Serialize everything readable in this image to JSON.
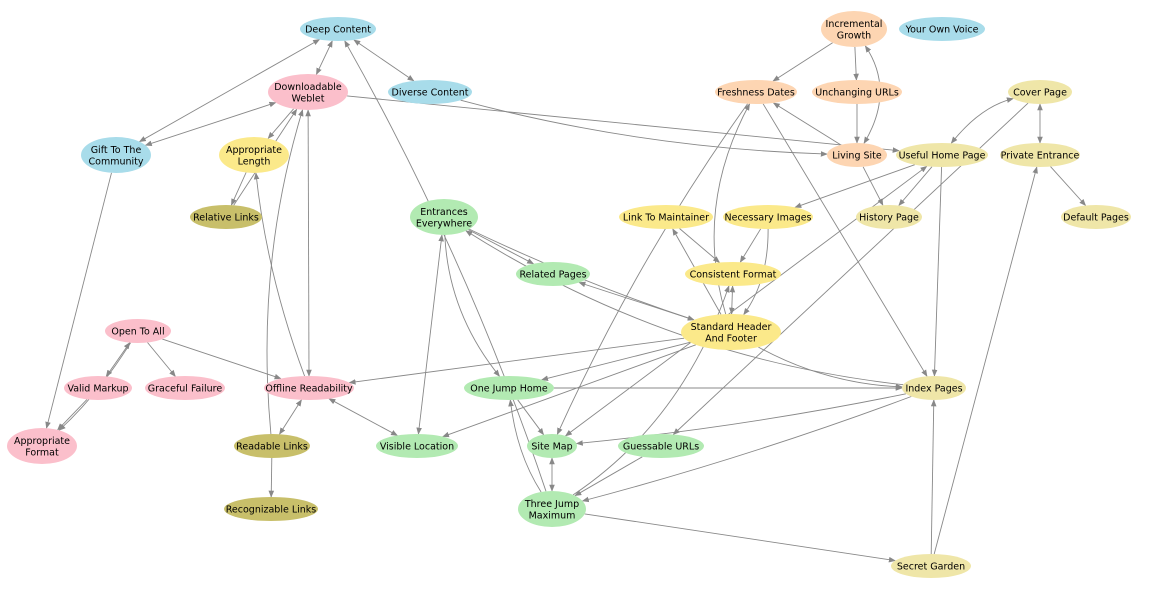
{
  "colors": {
    "blue": "#a8dcea",
    "pink": "#fbbfcb",
    "yellow": "#fbe98a",
    "khaki": "#efe6a8",
    "olive": "#c8bf6a",
    "green": "#b2eab2",
    "peach": "#fdd5b2",
    "edge": "#888888"
  },
  "nodes": [
    {
      "id": "deep-content",
      "lines": [
        "Deep Content"
      ],
      "color": "blue"
    },
    {
      "id": "downloadable-weblet",
      "lines": [
        "Downloadable",
        "Weblet"
      ],
      "color": "pink"
    },
    {
      "id": "diverse-content",
      "lines": [
        "Diverse Content"
      ],
      "color": "blue"
    },
    {
      "id": "gift-to-the-community",
      "lines": [
        "Gift To The",
        "Community"
      ],
      "color": "blue"
    },
    {
      "id": "appropriate-length",
      "lines": [
        "Appropriate",
        "Length"
      ],
      "color": "yellow"
    },
    {
      "id": "relative-links",
      "lines": [
        "Relative Links"
      ],
      "color": "olive"
    },
    {
      "id": "incremental-growth",
      "lines": [
        "Incremental",
        "Growth"
      ],
      "color": "peach"
    },
    {
      "id": "your-own-voice",
      "lines": [
        "Your Own Voice"
      ],
      "color": "blue"
    },
    {
      "id": "freshness-dates",
      "lines": [
        "Freshness Dates"
      ],
      "color": "peach"
    },
    {
      "id": "unchanging-urls",
      "lines": [
        "Unchanging URLs"
      ],
      "color": "peach"
    },
    {
      "id": "cover-page",
      "lines": [
        "Cover Page"
      ],
      "color": "khaki"
    },
    {
      "id": "living-site",
      "lines": [
        "Living Site"
      ],
      "color": "peach"
    },
    {
      "id": "useful-home-page",
      "lines": [
        "Useful Home Page"
      ],
      "color": "khaki"
    },
    {
      "id": "private-entrance",
      "lines": [
        "Private Entrance"
      ],
      "color": "khaki"
    },
    {
      "id": "entrances-everywhere",
      "lines": [
        "Entrances",
        "Everywhere"
      ],
      "color": "green"
    },
    {
      "id": "link-to-maintainer",
      "lines": [
        "Link To Maintainer"
      ],
      "color": "yellow"
    },
    {
      "id": "necessary-images",
      "lines": [
        "Necessary Images"
      ],
      "color": "yellow"
    },
    {
      "id": "history-page",
      "lines": [
        "History Page"
      ],
      "color": "khaki"
    },
    {
      "id": "default-pages",
      "lines": [
        "Default Pages"
      ],
      "color": "khaki"
    },
    {
      "id": "related-pages",
      "lines": [
        "Related Pages"
      ],
      "color": "green"
    },
    {
      "id": "consistent-format",
      "lines": [
        "Consistent Format"
      ],
      "color": "yellow"
    },
    {
      "id": "open-to-all",
      "lines": [
        "Open To All"
      ],
      "color": "pink"
    },
    {
      "id": "standard-header-and-footer",
      "lines": [
        "Standard Header",
        "And Footer"
      ],
      "color": "yellow"
    },
    {
      "id": "valid-markup",
      "lines": [
        "Valid Markup"
      ],
      "color": "pink"
    },
    {
      "id": "graceful-failure",
      "lines": [
        "Graceful Failure"
      ],
      "color": "pink"
    },
    {
      "id": "offline-readability",
      "lines": [
        "Offline Readability"
      ],
      "color": "pink"
    },
    {
      "id": "one-jump-home",
      "lines": [
        "One Jump Home"
      ],
      "color": "green"
    },
    {
      "id": "index-pages",
      "lines": [
        "Index Pages"
      ],
      "color": "khaki"
    },
    {
      "id": "appropriate-format",
      "lines": [
        "Appropriate",
        "Format"
      ],
      "color": "pink"
    },
    {
      "id": "readable-links",
      "lines": [
        "Readable Links"
      ],
      "color": "olive"
    },
    {
      "id": "visible-location",
      "lines": [
        "Visible Location"
      ],
      "color": "green"
    },
    {
      "id": "site-map",
      "lines": [
        "Site Map"
      ],
      "color": "green"
    },
    {
      "id": "guessable-urls",
      "lines": [
        "Guessable URLs"
      ],
      "color": "green"
    },
    {
      "id": "three-jump-maximum",
      "lines": [
        "Three Jump",
        "Maximum"
      ],
      "color": "green"
    },
    {
      "id": "recognizable-links",
      "lines": [
        "Recognizable Links"
      ],
      "color": "olive"
    },
    {
      "id": "secret-garden",
      "lines": [
        "Secret Garden"
      ],
      "color": "khaki"
    }
  ],
  "edges": [
    {
      "from": "deep-content",
      "to": "gift-to-the-community",
      "dir": "both"
    },
    {
      "from": "deep-content",
      "to": "downloadable-weblet",
      "dir": "both"
    },
    {
      "from": "deep-content",
      "to": "diverse-content",
      "dir": "both"
    },
    {
      "from": "deep-content",
      "to": "three-jump-maximum",
      "dir": "back"
    },
    {
      "from": "downloadable-weblet",
      "to": "gift-to-the-community",
      "dir": "both"
    },
    {
      "from": "downloadable-weblet",
      "to": "appropriate-length",
      "dir": "forward"
    },
    {
      "from": "downloadable-weblet",
      "to": "relative-links",
      "dir": "back"
    },
    {
      "from": "downloadable-weblet",
      "to": "offline-readability",
      "dir": "both"
    },
    {
      "from": "downloadable-weblet",
      "to": "readable-links",
      "dir": "back"
    },
    {
      "from": "downloadable-weblet",
      "to": "useful-home-page",
      "dir": "forward"
    },
    {
      "from": "diverse-content",
      "to": "living-site",
      "dir": "forward"
    },
    {
      "from": "gift-to-the-community",
      "to": "appropriate-format",
      "dir": "forward"
    },
    {
      "from": "appropriate-length",
      "to": "relative-links",
      "dir": "forward"
    },
    {
      "from": "appropriate-length",
      "to": "offline-readability",
      "dir": "back"
    },
    {
      "from": "incremental-growth",
      "to": "freshness-dates",
      "dir": "forward"
    },
    {
      "from": "incremental-growth",
      "to": "unchanging-urls",
      "dir": "forward"
    },
    {
      "from": "incremental-growth",
      "to": "living-site",
      "dir": "both"
    },
    {
      "from": "unchanging-urls",
      "to": "living-site",
      "dir": "forward"
    },
    {
      "from": "freshness-dates",
      "to": "living-site",
      "dir": "back"
    },
    {
      "from": "freshness-dates",
      "to": "index-pages",
      "dir": "forward"
    },
    {
      "from": "freshness-dates",
      "to": "site-map",
      "dir": "forward"
    },
    {
      "from": "freshness-dates",
      "to": "standard-header-and-footer",
      "dir": "back"
    },
    {
      "from": "cover-page",
      "to": "useful-home-page",
      "dir": "both"
    },
    {
      "from": "cover-page",
      "to": "private-entrance",
      "dir": "both"
    },
    {
      "from": "cover-page",
      "to": "guessable-urls",
      "dir": "forward"
    },
    {
      "from": "living-site",
      "to": "history-page",
      "dir": "forward"
    },
    {
      "from": "useful-home-page",
      "to": "history-page",
      "dir": "forward"
    },
    {
      "from": "useful-home-page",
      "to": "necessary-images",
      "dir": "forward"
    },
    {
      "from": "useful-home-page",
      "to": "index-pages",
      "dir": "forward"
    },
    {
      "from": "useful-home-page",
      "to": "site-map",
      "dir": "both"
    },
    {
      "from": "private-entrance",
      "to": "default-pages",
      "dir": "forward"
    },
    {
      "from": "private-entrance",
      "to": "secret-garden",
      "dir": "back"
    },
    {
      "from": "entrances-everywhere",
      "to": "related-pages",
      "dir": "forward"
    },
    {
      "from": "entrances-everywhere",
      "to": "standard-header-and-footer",
      "dir": "forward"
    },
    {
      "from": "entrances-everywhere",
      "to": "one-jump-home",
      "dir": "forward"
    },
    {
      "from": "entrances-everywhere",
      "to": "visible-location",
      "dir": "both"
    },
    {
      "from": "entrances-everywhere",
      "to": "index-pages",
      "dir": "back"
    },
    {
      "from": "link-to-maintainer",
      "to": "consistent-format",
      "dir": "forward"
    },
    {
      "from": "necessary-images",
      "to": "consistent-format",
      "dir": "forward"
    },
    {
      "from": "necessary-images",
      "to": "standard-header-and-footer",
      "dir": "forward"
    },
    {
      "from": "standard-header-and-footer",
      "to": "link-to-maintainer",
      "dir": "forward"
    },
    {
      "from": "standard-header-and-footer",
      "to": "consistent-format",
      "dir": "both"
    },
    {
      "from": "standard-header-and-footer",
      "to": "related-pages",
      "dir": "forward"
    },
    {
      "from": "standard-header-and-footer",
      "to": "offline-readability",
      "dir": "forward"
    },
    {
      "from": "standard-header-and-footer",
      "to": "visible-location",
      "dir": "forward"
    },
    {
      "from": "standard-header-and-footer",
      "to": "index-pages",
      "dir": "forward"
    },
    {
      "from": "standard-header-and-footer",
      "to": "one-jump-home",
      "dir": "forward"
    },
    {
      "from": "consistent-format",
      "to": "three-jump-maximum",
      "dir": "back"
    },
    {
      "from": "open-to-all",
      "to": "valid-markup",
      "dir": "both"
    },
    {
      "from": "open-to-all",
      "to": "graceful-failure",
      "dir": "forward"
    },
    {
      "from": "open-to-all",
      "to": "offline-readability",
      "dir": "forward"
    },
    {
      "from": "open-to-all",
      "to": "appropriate-format",
      "dir": "forward"
    },
    {
      "from": "valid-markup",
      "to": "appropriate-format",
      "dir": "forward"
    },
    {
      "from": "offline-readability",
      "to": "readable-links",
      "dir": "both"
    },
    {
      "from": "offline-readability",
      "to": "visible-location",
      "dir": "both"
    },
    {
      "from": "readable-links",
      "to": "recognizable-links",
      "dir": "forward"
    },
    {
      "from": "one-jump-home",
      "to": "site-map",
      "dir": "forward"
    },
    {
      "from": "one-jump-home",
      "to": "three-jump-maximum",
      "dir": "back"
    },
    {
      "from": "one-jump-home",
      "to": "index-pages",
      "dir": "forward"
    },
    {
      "from": "site-map",
      "to": "three-jump-maximum",
      "dir": "both"
    },
    {
      "from": "site-map",
      "to": "index-pages",
      "dir": "back"
    },
    {
      "from": "guessable-urls",
      "to": "three-jump-maximum",
      "dir": "forward"
    },
    {
      "from": "three-jump-maximum",
      "to": "secret-garden",
      "dir": "forward"
    },
    {
      "from": "three-jump-maximum",
      "to": "index-pages",
      "dir": "back"
    },
    {
      "from": "secret-garden",
      "to": "index-pages",
      "dir": "forward"
    }
  ]
}
